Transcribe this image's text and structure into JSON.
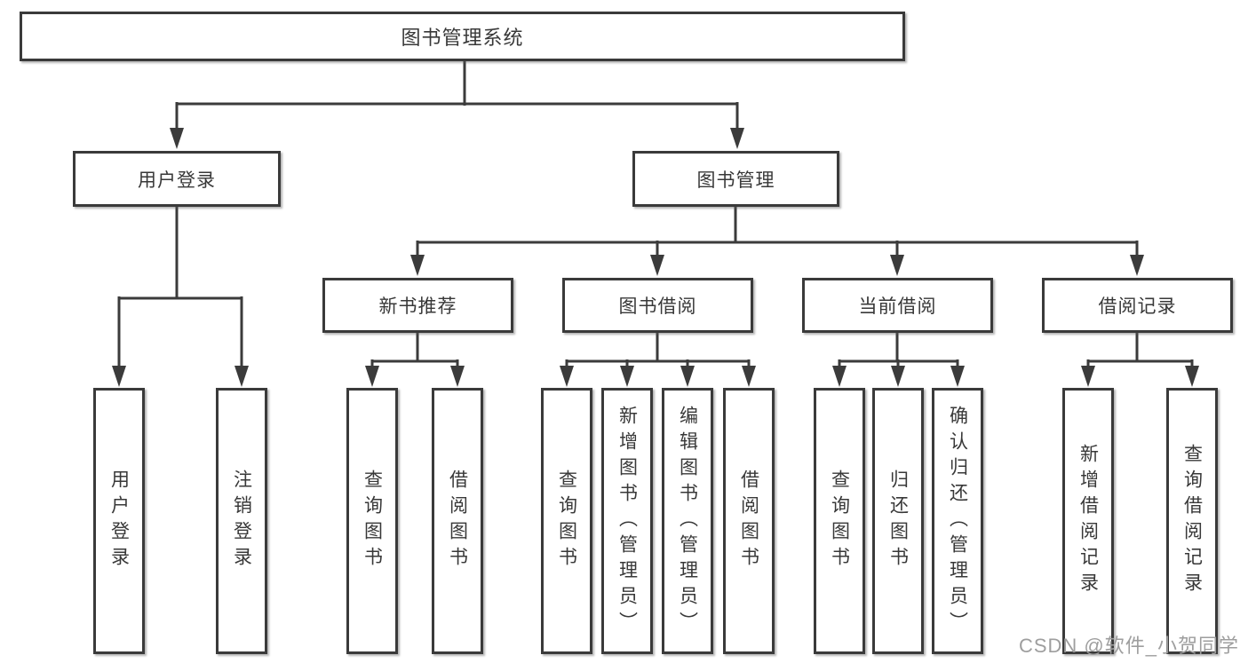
{
  "title": {
    "label": "图书管理系统"
  },
  "nodes": {
    "level2": [
      {
        "label": "用户登录"
      },
      {
        "label": "图书管理"
      }
    ],
    "level3": [
      {
        "label": "新书推荐"
      },
      {
        "label": "图书借阅"
      },
      {
        "label": "当前借阅"
      },
      {
        "label": "借阅记录"
      }
    ],
    "leaves": {
      "user_login": [
        {
          "label": "用户登录"
        },
        {
          "label": "注销登录"
        }
      ],
      "new_books": [
        {
          "label": "查询图书"
        },
        {
          "label": "借阅图书"
        }
      ],
      "book_borrow": [
        {
          "label": "查询图书"
        },
        {
          "label": "新增图书（管理员）"
        },
        {
          "label": "编辑图书（管理员）"
        },
        {
          "label": "借阅图书"
        }
      ],
      "current_borrow": [
        {
          "label": "查询图书"
        },
        {
          "label": "归还图书"
        },
        {
          "label": "确认归还（管理员）"
        }
      ],
      "borrow_records": [
        {
          "label": "新增借阅记录"
        },
        {
          "label": "查询借阅记录"
        }
      ]
    }
  },
  "watermark": {
    "text": "CSDN @软件_小贺同学"
  },
  "colors": {
    "line": "#3b3b3b",
    "text": "#383838",
    "box_background": "#ffffff",
    "watermark": "#9e9e9e",
    "background": "#ffffff"
  }
}
